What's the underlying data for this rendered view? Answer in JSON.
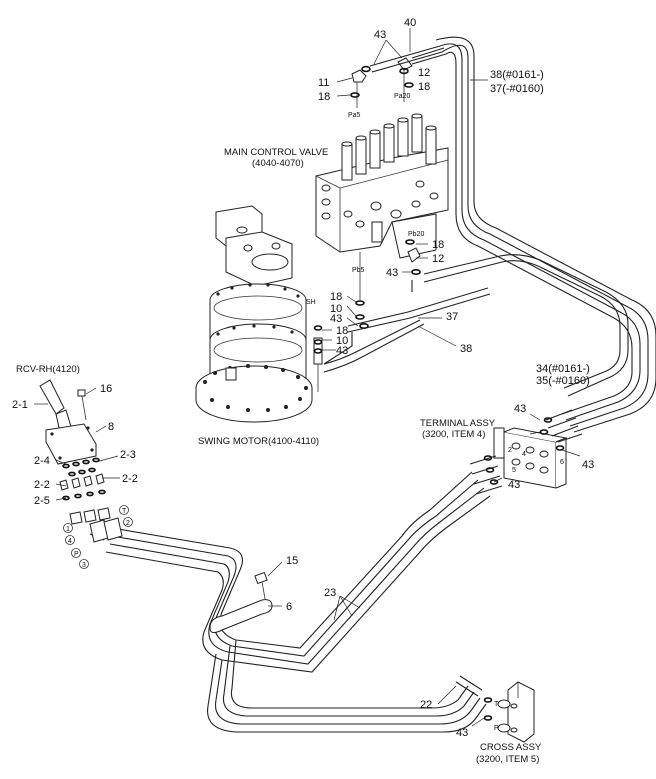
{
  "callouts": {
    "c40": "40",
    "c43_top": "43",
    "c11": "11",
    "c18_top_left": "18",
    "c12_top": "12",
    "c18_top_right": "18",
    "c38_37_line1": "38(#0161-)",
    "c38_37_line2": "37(-#0160)",
    "c18_mid_right": "18",
    "c12_mid": "12",
    "c43_mid_right": "43",
    "c18_mid_left": "18",
    "c10_a": "10",
    "c43_mid_a": "43",
    "c18_mid_b": "18",
    "c10_b": "10",
    "c43_mid_b": "43",
    "c37": "37",
    "c38": "38",
    "c34_35_line1": "34(#0161-)",
    "c35_line2": "35(-#0160)",
    "c16": "16",
    "c2_1": "2-1",
    "c8": "8",
    "c2_4": "2-4",
    "c2_3": "2-3",
    "c2_2_left": "2-2",
    "c2_2_right": "2-2",
    "c2_5": "2-5",
    "c43_terminal_a": "43",
    "c43_terminal_b": "43",
    "c43_terminal_c": "43",
    "c15": "15",
    "c6": "6",
    "c23": "23",
    "c22": "22",
    "c43_cross": "43"
  },
  "labels": {
    "main_control_valve_1": "MAIN CONTROL VALVE",
    "main_control_valve_2": "(4040-4070)",
    "swing_motor": "SWING MOTOR(4100-4110)",
    "rcv": "RCV-RH(4120)",
    "terminal_assy_1": "TERMINAL ASSY",
    "terminal_assy_2": "(3200, ITEM 4)",
    "cross_assy_1": "CROSS ASSY",
    "cross_assy_2": "(3200, ITEM 5)"
  },
  "ports": {
    "pa5": "Pa5",
    "pa20": "Pa20",
    "pb20": "Pb20",
    "pb5": "Pb5",
    "sh": "SH",
    "c1": "1",
    "c4": "4",
    "cP": "P",
    "c3": "3",
    "cT": "T",
    "c2": "2",
    "t_a": "2",
    "t_b": "4",
    "t_c": "5",
    "t_d": "6",
    "cross_T": "T",
    "cross_P": "P"
  }
}
